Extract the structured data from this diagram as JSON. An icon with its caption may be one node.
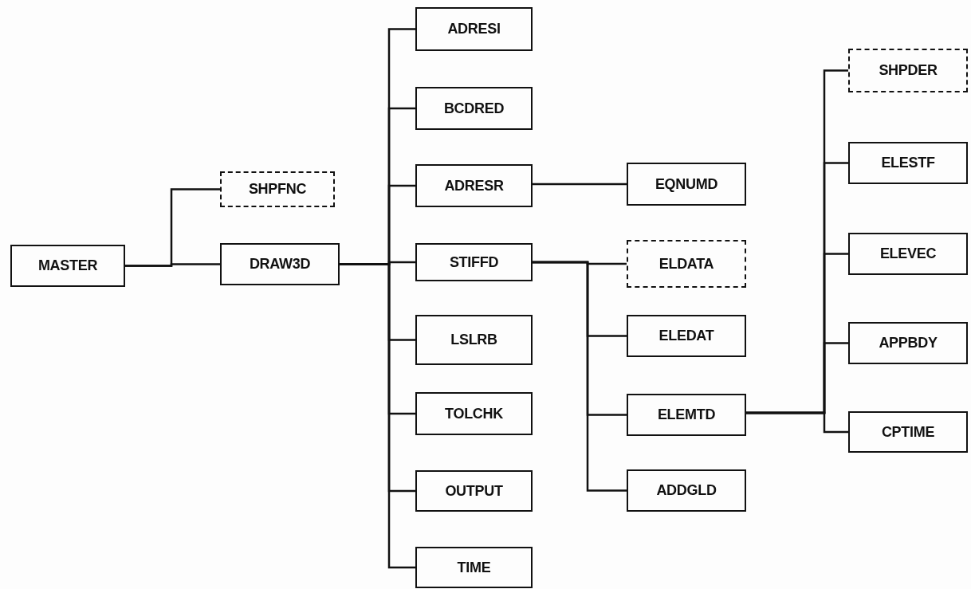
{
  "diagram": {
    "nodes": [
      {
        "text": [
          "MASTER"
        ]
      },
      {
        "text": [
          "SHPFNC"
        ]
      },
      {
        "text": [
          "DRAW3D"
        ]
      },
      {
        "text": [
          "ADRESI"
        ]
      },
      {
        "text": [
          "BCDRED"
        ]
      },
      {
        "text": [
          "ADRESR"
        ]
      },
      {
        "text": [
          "STIFFD"
        ]
      },
      {
        "text": [
          "LSLRB"
        ]
      },
      {
        "text": [
          "TOLCHK"
        ]
      },
      {
        "text": [
          "OUTPUT"
        ]
      },
      {
        "text": [
          "TIME"
        ]
      },
      {
        "text": [
          "EQNUMD"
        ]
      },
      {
        "text": [
          "ELDATA"
        ]
      },
      {
        "text": [
          "ELEDAT"
        ]
      },
      {
        "text": [
          "ELEMTD"
        ]
      },
      {
        "text": [
          "ADDGLD"
        ]
      },
      {
        "text": [
          "SHPDER"
        ]
      },
      {
        "text": [
          "ELESTF"
        ]
      },
      {
        "text": [
          "ELEVEC"
        ]
      },
      {
        "text": [
          "APPBDY"
        ]
      },
      {
        "text": [
          "CPTIME"
        ]
      }
    ],
    "edges": [
      {
        "from": 0,
        "to": 1,
        "arrow": "none"
      },
      {
        "from": 0,
        "to": 2,
        "arrow": "none"
      },
      {
        "from": 2,
        "to": 3,
        "arrow": "none"
      },
      {
        "from": 2,
        "to": 4,
        "arrow": "none"
      },
      {
        "from": 2,
        "to": 5,
        "arrow": "none"
      },
      {
        "from": 2,
        "to": 6,
        "arrow": "none"
      },
      {
        "from": 2,
        "to": 7,
        "arrow": "none"
      },
      {
        "from": 2,
        "to": 8,
        "arrow": "none"
      },
      {
        "from": 2,
        "to": 9,
        "arrow": "none"
      },
      {
        "from": 2,
        "to": 10,
        "arrow": "none"
      },
      {
        "from": 5,
        "to": 11,
        "arrow": "none"
      },
      {
        "from": 6,
        "to": 12,
        "arrow": "none"
      },
      {
        "from": 6,
        "to": 13,
        "arrow": "none"
      },
      {
        "from": 6,
        "to": 14,
        "arrow": "none"
      },
      {
        "from": 6,
        "to": 15,
        "arrow": "none"
      },
      {
        "from": 14,
        "to": 16,
        "arrow": "none"
      },
      {
        "from": 14,
        "to": 17,
        "arrow": "none"
      },
      {
        "from": 14,
        "to": 18,
        "arrow": "none"
      },
      {
        "from": 14,
        "to": 19,
        "arrow": "none"
      },
      {
        "from": 14,
        "to": 20,
        "arrow": "none"
      }
    ]
  }
}
